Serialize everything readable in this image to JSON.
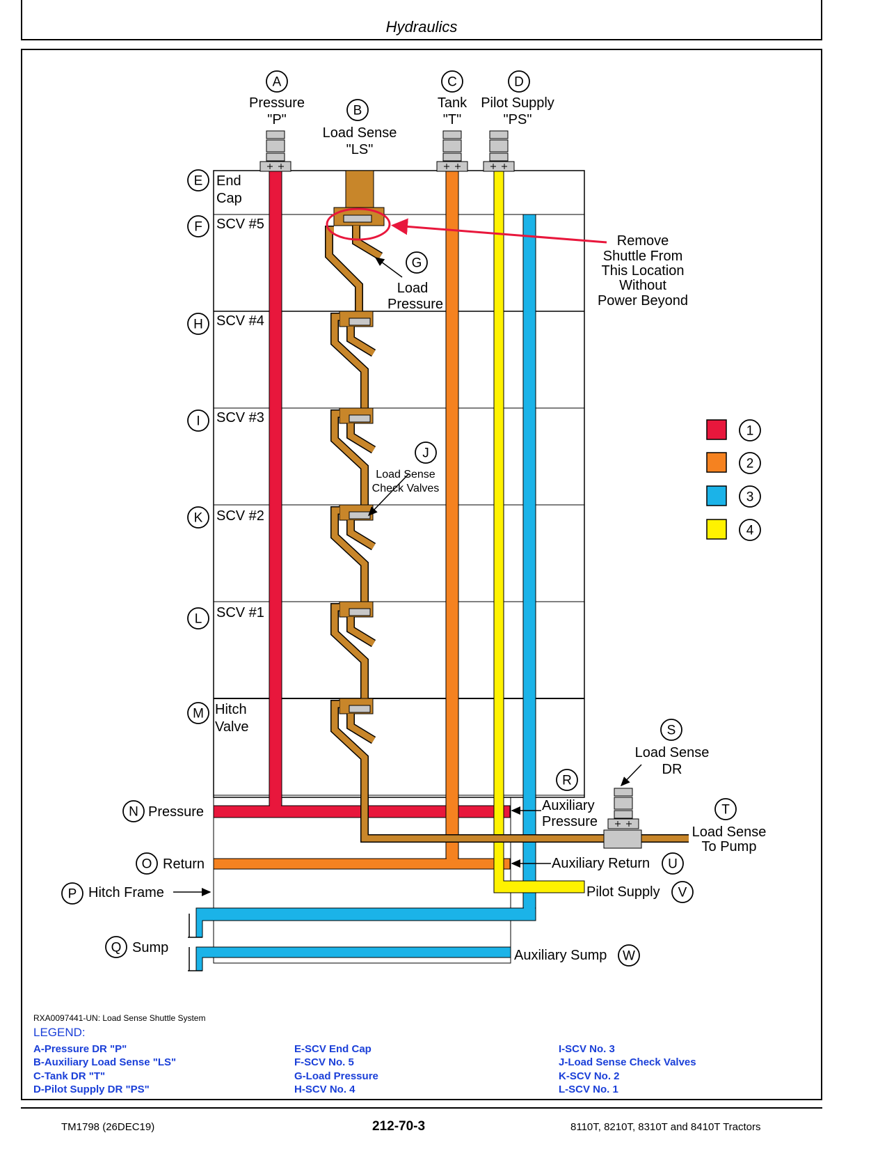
{
  "header": {
    "title": "Hydraulics"
  },
  "ports": {
    "A": {
      "letter": "A",
      "line1": "Pressure",
      "line2": "\"P\""
    },
    "B": {
      "letter": "B",
      "line1": "Load Sense",
      "line2": "\"LS\""
    },
    "C": {
      "letter": "C",
      "line1": "Tank",
      "line2": "\"T\""
    },
    "D": {
      "letter": "D",
      "line1": "Pilot Supply",
      "line2": "\"PS\""
    }
  },
  "sections": {
    "E": {
      "letter": "E",
      "line1": "End",
      "line2": "Cap"
    },
    "F": {
      "letter": "F",
      "label": "SCV #5"
    },
    "H": {
      "letter": "H",
      "label": "SCV #4"
    },
    "I": {
      "letter": "I",
      "label": "SCV #3"
    },
    "K": {
      "letter": "K",
      "label": "SCV #2"
    },
    "L": {
      "letter": "L",
      "label": "SCV #1"
    },
    "M": {
      "letter": "M",
      "line1": "Hitch",
      "line2": "Valve"
    }
  },
  "callouts": {
    "G": {
      "letter": "G",
      "line1": "Load",
      "line2": "Pressure"
    },
    "J": {
      "letter": "J",
      "line1": "Load Sense",
      "line2": "Check Valves"
    },
    "remove": {
      "line1": "Remove",
      "line2": "Shuttle From",
      "line3": "This Location",
      "line4": "Without",
      "line5": "Power Beyond"
    },
    "R": {
      "letter": "R"
    },
    "S": {
      "letter": "S",
      "line1": "Load Sense",
      "line2": "DR"
    },
    "T": {
      "letter": "T",
      "line1": "Load Sense",
      "line2": "To Pump"
    }
  },
  "lines": {
    "N": {
      "letter": "N",
      "label": "Pressure"
    },
    "O": {
      "letter": "O",
      "label": "Return"
    },
    "P": {
      "letter": "P",
      "label": "Hitch Frame"
    },
    "Q": {
      "letter": "Q",
      "label": "Sump"
    },
    "aux_pressure": {
      "line1": "Auxiliary",
      "line2": "Pressure"
    },
    "U": {
      "letter": "U",
      "label": "Auxiliary Return"
    },
    "V": {
      "letter": "V",
      "label": "Pilot Supply"
    },
    "W": {
      "letter": "W",
      "label": "Auxiliary Sump"
    }
  },
  "color_key": [
    {
      "num": "1",
      "color": "#e8173c"
    },
    {
      "num": "2",
      "color": "#f58220"
    },
    {
      "num": "3",
      "color": "#1bb3e8"
    },
    {
      "num": "4",
      "color": "#fff200"
    }
  ],
  "colors": {
    "load_sense": "#c8862a",
    "gray": "#c8c8c8"
  },
  "caption": "RXA0097441-UN: Load Sense Shuttle System",
  "legend": {
    "title": "LEGEND:",
    "col1": [
      "A-Pressure DR \"P\"",
      "B-Auxiliary Load Sense \"LS\"",
      "C-Tank DR \"T\"",
      "D-Pilot Supply DR \"PS\""
    ],
    "col2": [
      "E-SCV End Cap",
      "F-SCV No. 5",
      "G-Load Pressure",
      "H-SCV No. 4"
    ],
    "col3": [
      "I-SCV No. 3",
      "J-Load Sense Check Valves",
      "K-SCV No. 2",
      "L-SCV No. 1"
    ]
  },
  "footer": {
    "left": "TM1798 (26DEC19)",
    "center": "212-70-3",
    "right": "8110T, 8210T, 8310T and 8410T Tractors"
  }
}
